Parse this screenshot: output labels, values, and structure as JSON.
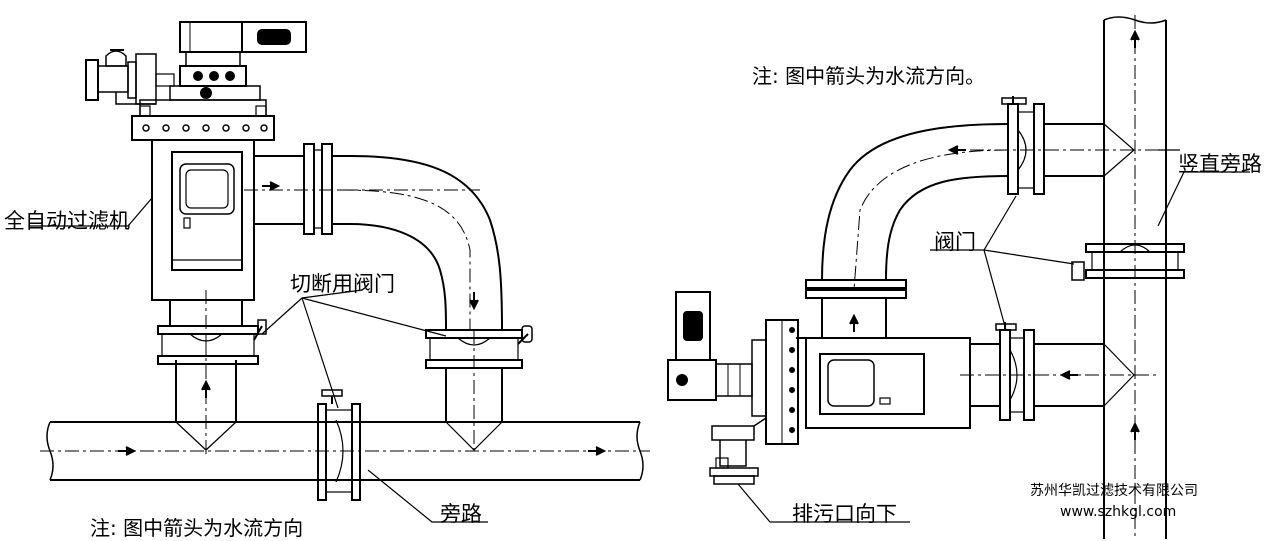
{
  "left": {
    "filter_label": "全自动过滤机",
    "valve_label": "切断用阀门",
    "bypass_label": "旁路",
    "note": "注: 图中箭头为水流方向"
  },
  "right": {
    "note": "注: 图中箭头为水流方向。",
    "vertical_bypass_label": "竖直旁路",
    "valve_label": "阀门",
    "drain_label": "排污口向下"
  },
  "watermark": {
    "company": "苏州华凯过滤技术有限公司",
    "url": "www.szhkgl.com"
  },
  "colors": {
    "line": "#000000",
    "background": "#ffffff"
  }
}
